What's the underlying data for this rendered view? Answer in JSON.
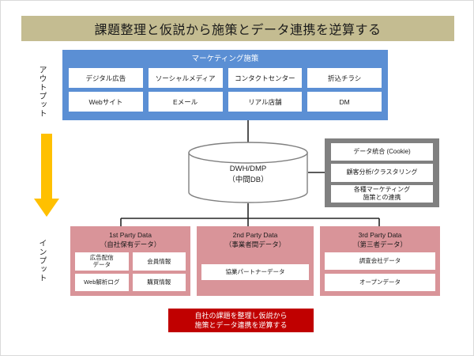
{
  "title": {
    "text": "課題整理と仮説から施策とデータ連携を逆算する"
  },
  "side_labels": {
    "output": "アウトプット",
    "input": "インプット",
    "arrow_icon": "down-arrow-icon"
  },
  "marketing": {
    "heading": "マーケティング施策",
    "row1": [
      "デジタル広告",
      "ソーシャルメディア",
      "コンタクトセンター",
      "折込チラシ"
    ],
    "row2": [
      "Webサイト",
      "Eメール",
      "リアル店舗",
      "DM"
    ]
  },
  "database": {
    "name": "DWH/DMP",
    "subtitle": "（中間DB）",
    "icon": "cylinder-database-icon"
  },
  "capabilities": {
    "items": [
      "データ統合 (Cookie)",
      "顧客分析/クラスタリング",
      "各種マーケティング\n施策との連携"
    ],
    "item_3_line1": "各種マーケティング",
    "item_3_line2": "施策との連携"
  },
  "party_data": [
    {
      "title_en": "1st Party Data",
      "title_ja": "（自社保有データ）",
      "items": [
        "広告配信\nデータ",
        "会員情報",
        "Web解析ログ",
        "購買情報"
      ],
      "item_1_line1": "広告配信",
      "item_1_line2": "データ",
      "item_2": "会員情報",
      "item_3": "Web解析ログ",
      "item_4": "購買情報"
    },
    {
      "title_en": "2nd Party Data",
      "title_ja": "（事業者間データ）",
      "items": [
        "協業パートナーデータ"
      ],
      "item_1": "協業パートナーデータ"
    },
    {
      "title_en": "3rd Party Data",
      "title_ja": "（第三者データ）",
      "items": [
        "調査会社データ",
        "オープンデータ"
      ],
      "item_1": "調査会社データ",
      "item_2": "オープンデータ"
    }
  ],
  "conclusion": {
    "line1": "自社の課題を整理し仮説から",
    "line2": "施策とデータ連携を逆算する"
  },
  "colors": {
    "title_bar": "#C4BC91",
    "marketing_block": "#5B8FD4",
    "capability_block": "#808080",
    "party_block": "#D99499",
    "conclusion_banner": "#C00000",
    "arrow": "#FFC000",
    "connector_line": "#262626",
    "cylinder_outline": "#808080"
  }
}
